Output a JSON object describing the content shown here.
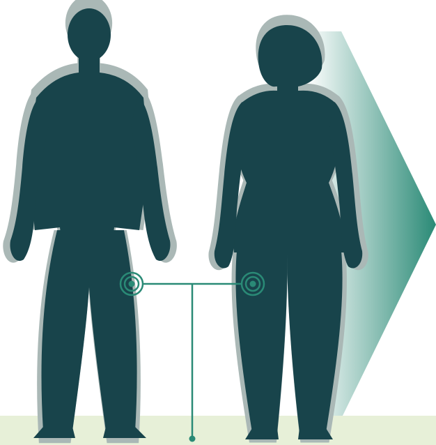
{
  "figures": [
    {
      "name": "male-figure",
      "shape": "male-silhouette",
      "target_marker": true
    },
    {
      "name": "female-figure",
      "shape": "female-silhouette",
      "target_marker": true
    }
  ],
  "icons": [
    "target-icon",
    "target-icon",
    "chevron-right-icon"
  ],
  "colors": {
    "figure": "#18444b",
    "halo": "#aab8b6",
    "accent": "#2a8a76",
    "ground": "#e7f0d8",
    "background": "#ffffff"
  }
}
